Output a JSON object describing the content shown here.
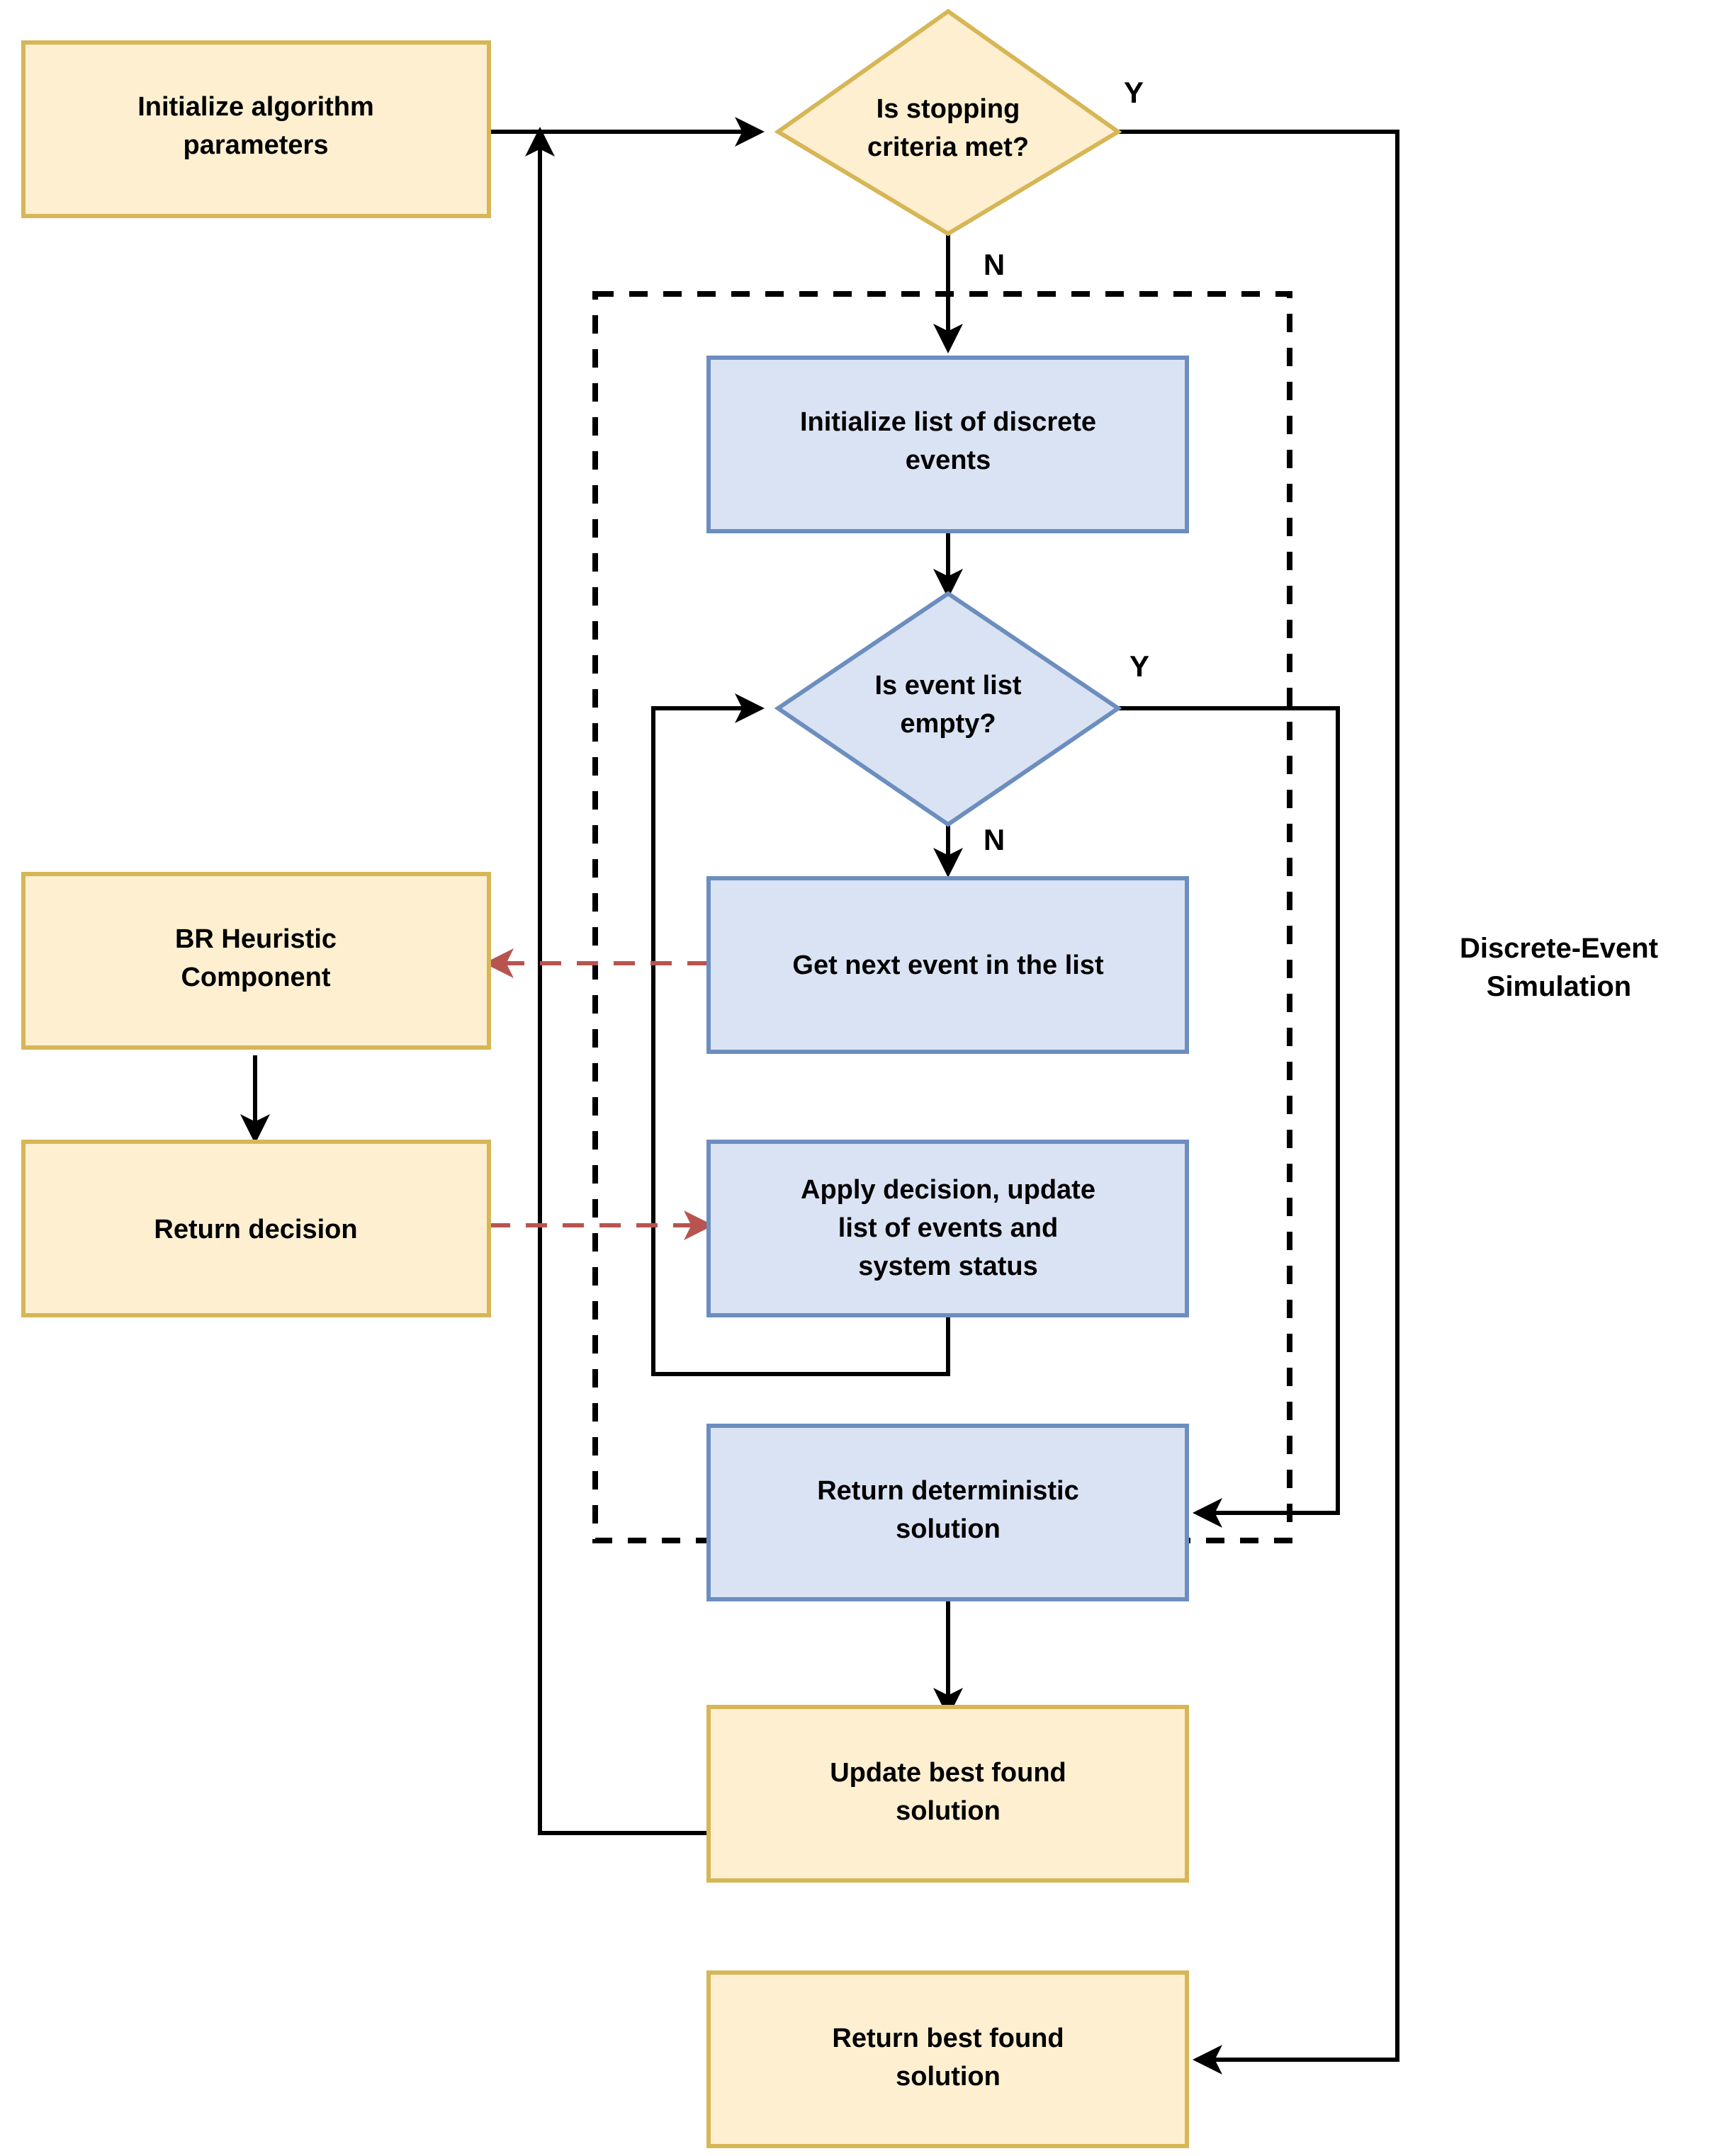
{
  "diagram": {
    "title": "",
    "group_label": "Discrete-Event Simulation",
    "colors": {
      "yellow_fill": "#fdefd0",
      "yellow_stroke": "#d6b656",
      "blue_fill": "#dae3f3",
      "blue_stroke": "#6c8ebf",
      "edge": "#000000",
      "dashed_edge": "#b85450"
    }
  },
  "nodes": {
    "init_params": {
      "line1": "Initialize algorithm",
      "line2": "parameters",
      "shape": "rectangle",
      "color": "yellow"
    },
    "stopping_criteria": {
      "line1": "Is stopping",
      "line2": "criteria met?",
      "shape": "diamond",
      "color": "yellow"
    },
    "init_events": {
      "line1": "Initialize list of discrete",
      "line2": "events",
      "shape": "rectangle",
      "color": "blue"
    },
    "event_list_empty": {
      "line1": "Is event list",
      "line2": "empty?",
      "shape": "diamond",
      "color": "blue"
    },
    "get_next_event": {
      "line1": "Get next event in the list",
      "line2": "",
      "shape": "rectangle",
      "color": "blue"
    },
    "apply_decision": {
      "line1": "Apply decision, update",
      "line2": "list of events and",
      "line3": "system status",
      "shape": "rectangle",
      "color": "blue"
    },
    "return_deterministic": {
      "line1": "Return deterministic",
      "line2": "solution",
      "shape": "rectangle",
      "color": "blue"
    },
    "update_best": {
      "line1": "Update best found",
      "line2": "solution",
      "shape": "rectangle",
      "color": "yellow"
    },
    "return_best": {
      "line1": "Return best found",
      "line2": "solution",
      "shape": "rectangle",
      "color": "yellow"
    },
    "br_heuristic": {
      "line1": "BR Heuristic",
      "line2": "Component",
      "shape": "rectangle",
      "color": "yellow"
    },
    "return_decision": {
      "line1": "Return decision",
      "line2": "",
      "shape": "rectangle",
      "color": "yellow"
    }
  },
  "branch_labels": {
    "stopping_yes": "Y",
    "stopping_no": "N",
    "event_yes": "Y",
    "event_no": "N"
  }
}
